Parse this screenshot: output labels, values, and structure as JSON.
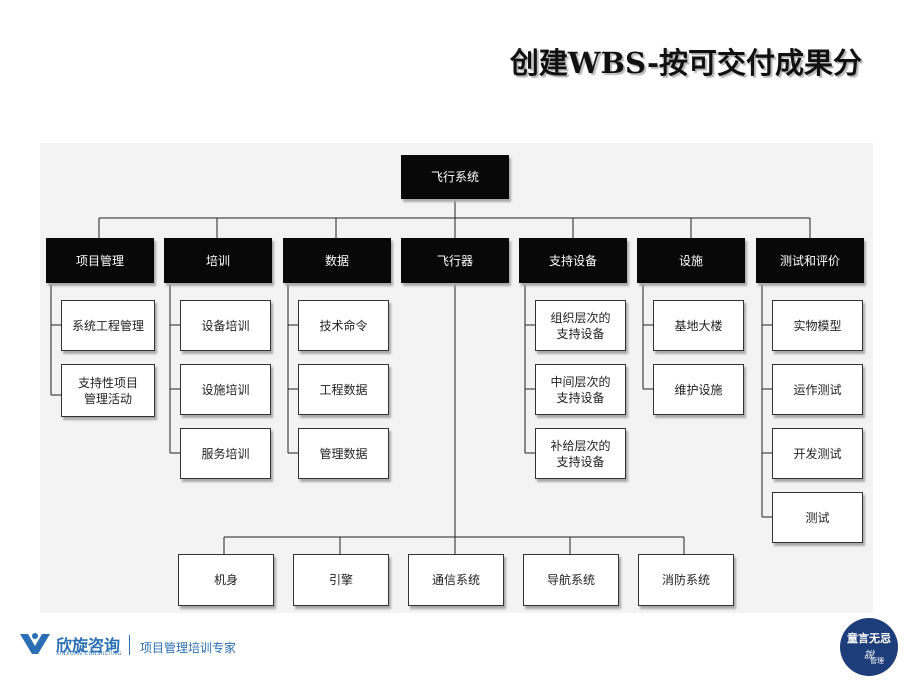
{
  "title": "创建WBS-按可交付成果分",
  "root": "飞行系统",
  "level1": [
    "项目管理",
    "培训",
    "数据",
    "飞行器",
    "支持设备",
    "设施",
    "测试和评价"
  ],
  "children": {
    "project_mgmt": [
      "系统工程管理",
      "支持性项目\n管理活动"
    ],
    "training": [
      "设备培训",
      "设施培训",
      "服务培训"
    ],
    "data": [
      "技术命令",
      "工程数据",
      "管理数据"
    ],
    "support_equipment": [
      "组织层次的\n支持设备",
      "中间层次的\n支持设备",
      "补给层次的\n支持设备"
    ],
    "facilities": [
      "基地大楼",
      "维护设施"
    ],
    "test_eval": [
      "实物模型",
      "运作测试",
      "开发测试",
      "测试"
    ],
    "aircraft": [
      "机身",
      "引擎",
      "通信系统",
      "导航系统",
      "消防系统"
    ]
  },
  "footer": {
    "brand": "欣旋咨询",
    "brand_sub": "XINXUAN CONSULTING",
    "slogan": "项目管理培训专家"
  },
  "badge": {
    "line1": "童言无忌",
    "line2": "說",
    "line3": "管理"
  },
  "colors": {
    "panel_bg": "#f3f3f3",
    "dark_box": "#080808",
    "brand_blue": "#2a6fb3",
    "badge_bg": "#1e3d7b"
  }
}
